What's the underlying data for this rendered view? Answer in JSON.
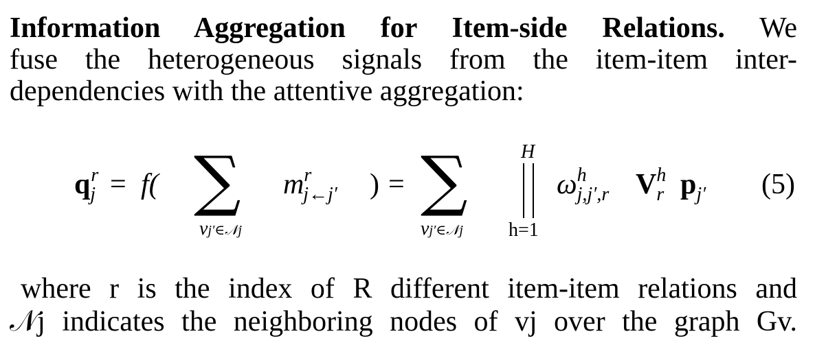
{
  "paragraph1": {
    "heading": "Information Aggregation for Item-side Relations.",
    "line1_rest": "We",
    "line2": "fuse the heterogeneous signals from the item-item inter-",
    "line3": "dependencies with the attentive aggregation:"
  },
  "equation": {
    "lhs": "q",
    "lhs_sup": "r",
    "lhs_sub": "j",
    "eq1": "=",
    "f_open": "f(",
    "sum_symbol": "∑",
    "sum_sub": "v",
    "sum_sub_rest": "j′∈𝒩",
    "sum_sub_j": "j",
    "m": "m",
    "m_sup": "r",
    "m_sub": "j←j′",
    "close": ")",
    "eq2": "=",
    "concat_top": "H",
    "concat_bottom": "h=1",
    "omega": "ω",
    "omega_sup": "h",
    "omega_sub": "j,j′,r",
    "V": "V",
    "V_sup": "h",
    "V_sub": "r",
    "p": "p",
    "p_sub": "j′",
    "number": "(5)"
  },
  "paragraph2": {
    "line1": "where r is the index of R different item-item relations and",
    "line2": "𝒩j indicates the neighboring nodes of vj over the graph Gv."
  }
}
